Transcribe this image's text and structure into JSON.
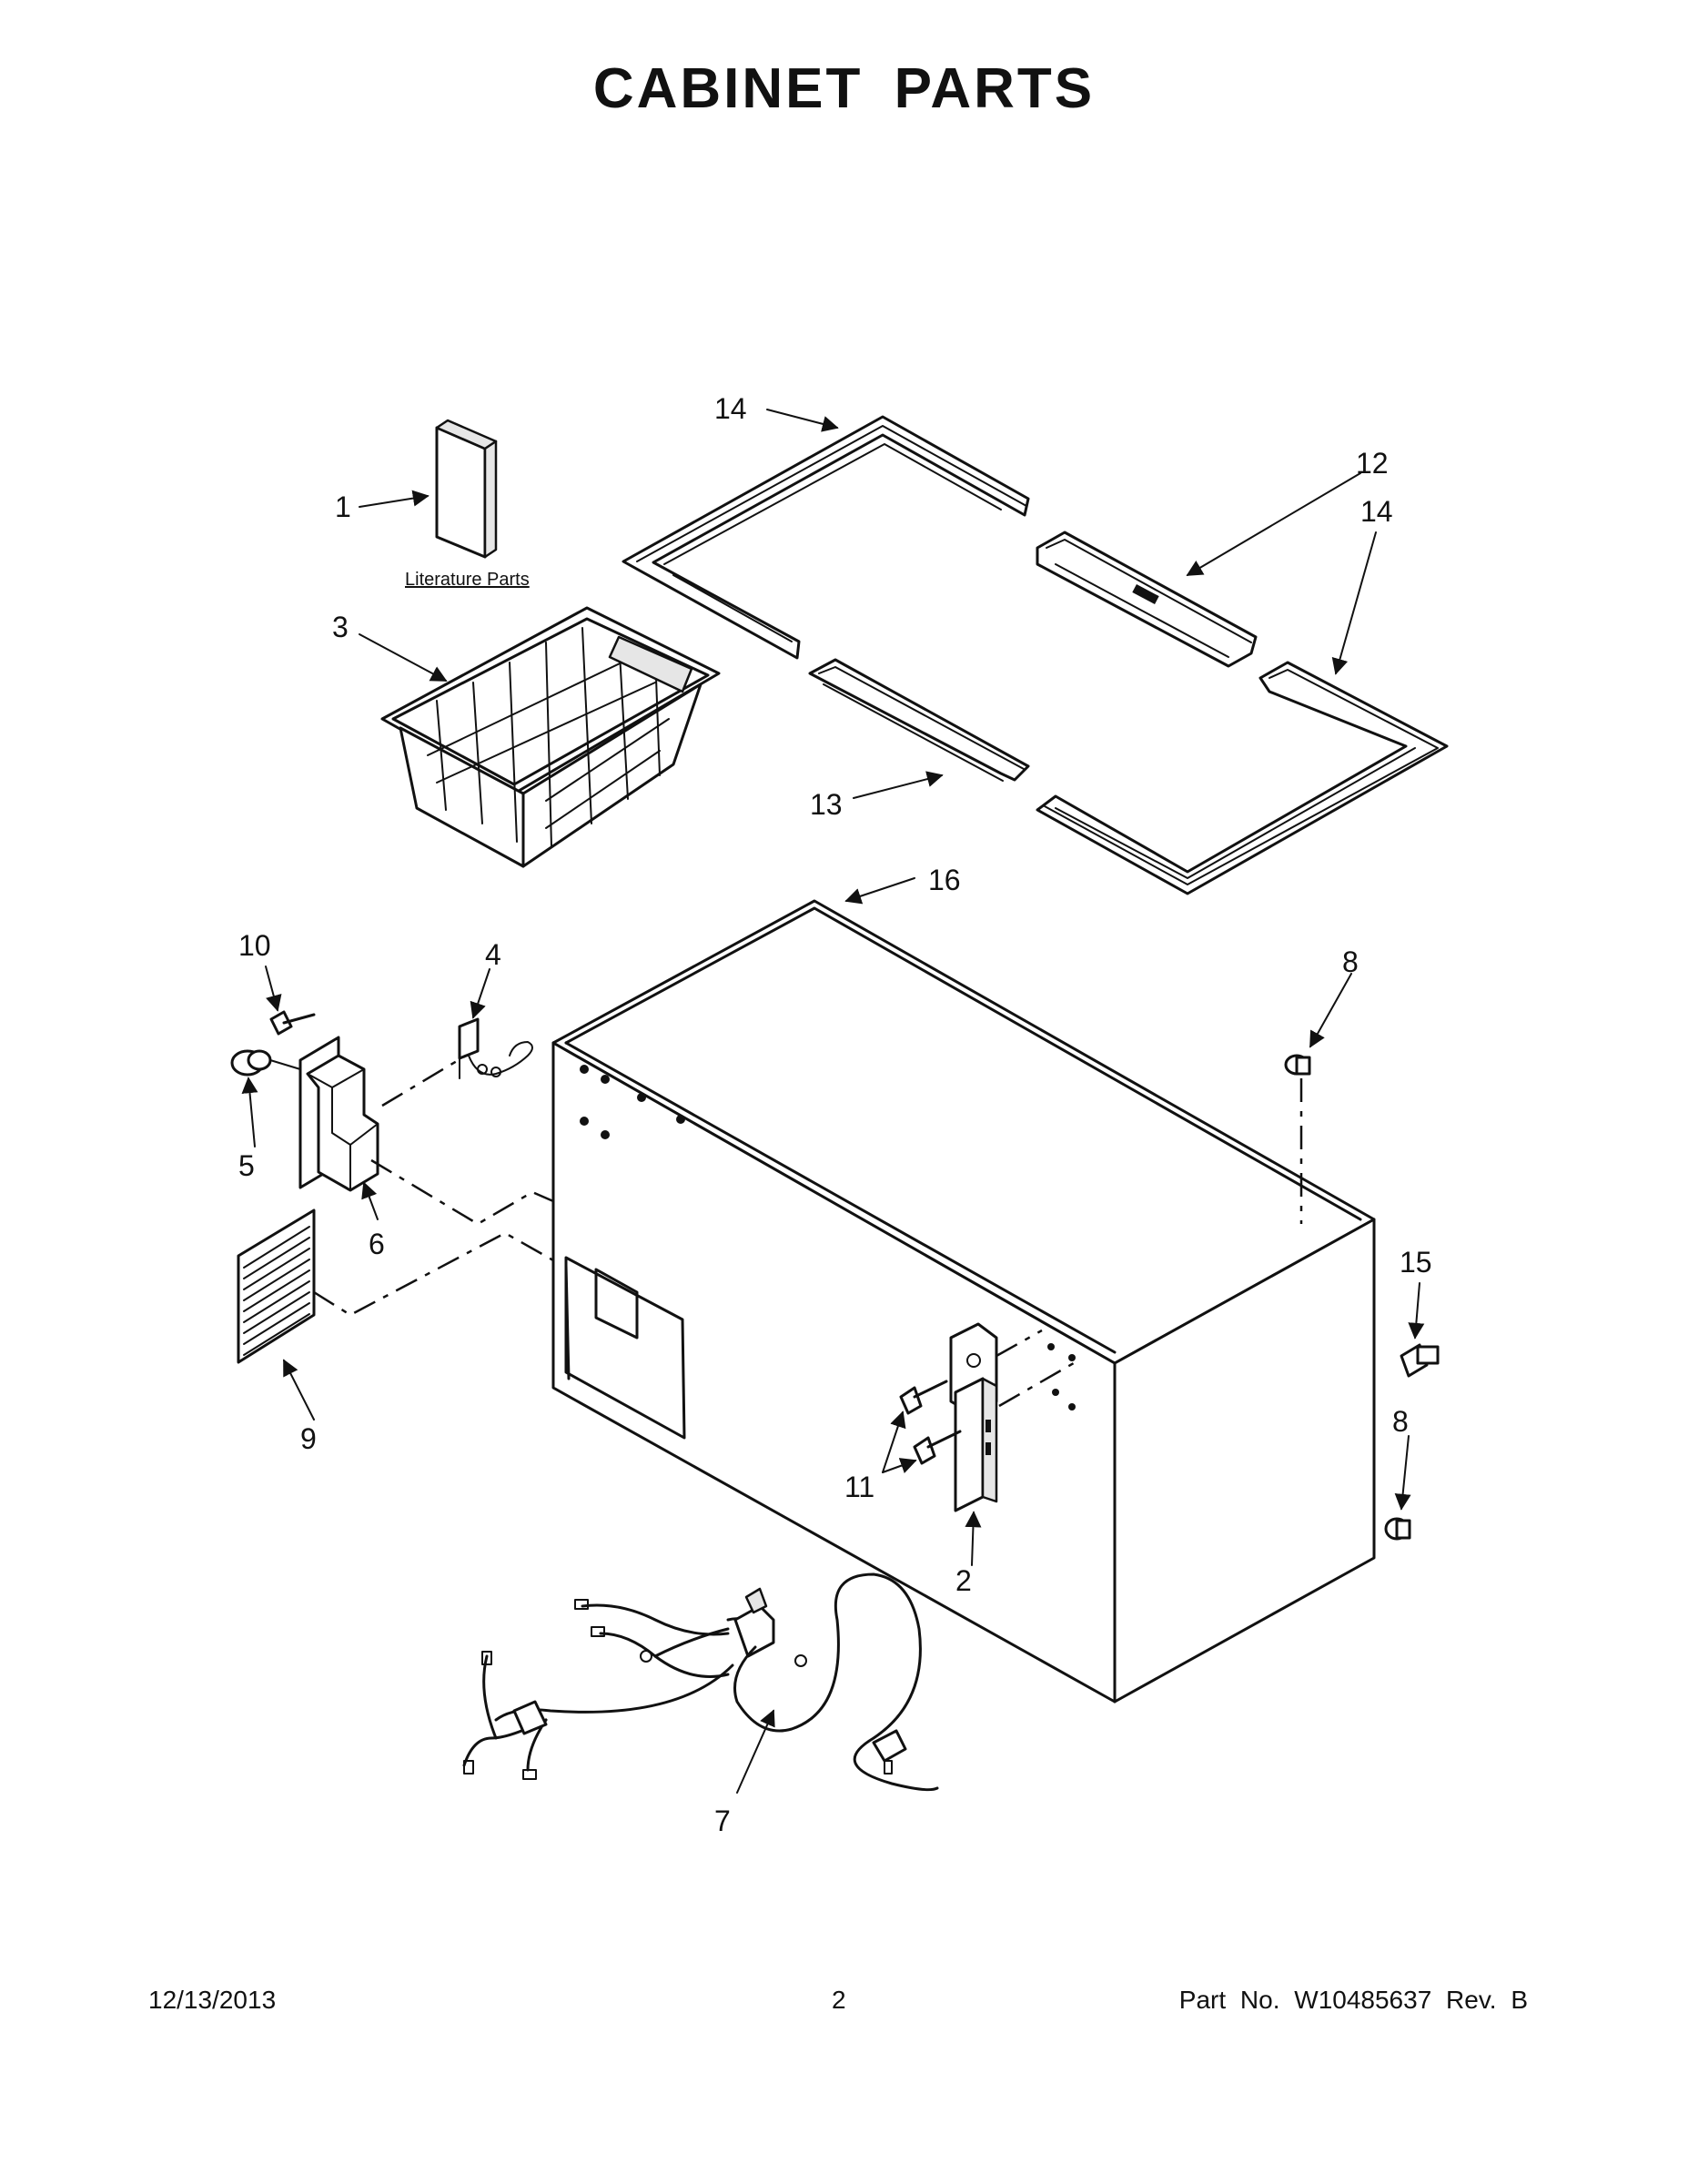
{
  "page": {
    "title": "CABINET PARTS",
    "literature_label": "Literature Parts",
    "footer": {
      "date": "12/13/2013",
      "page_number": "2",
      "part_number": "Part No.  W10485637  Rev.  B"
    }
  },
  "callouts": {
    "c1": "1",
    "c2": "2",
    "c3": "3",
    "c4": "4",
    "c5": "5",
    "c6": "6",
    "c7": "7",
    "c8a": "8",
    "c8b": "8",
    "c9": "9",
    "c10": "10",
    "c11": "11",
    "c12": "12",
    "c13": "13",
    "c14a": "14",
    "c14b": "14",
    "c15": "15",
    "c16": "16"
  }
}
